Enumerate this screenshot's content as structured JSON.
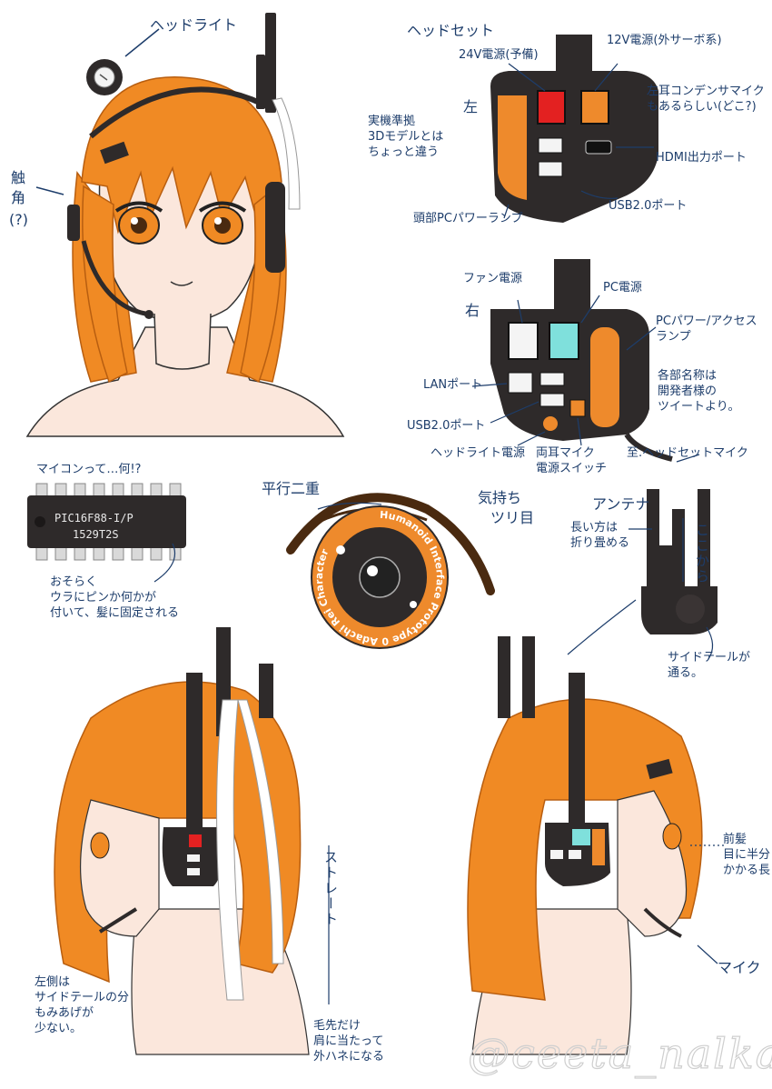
{
  "colors": {
    "hair": "#f08a24",
    "hair_line": "#b85e10",
    "skin": "#fbe7dc",
    "device": "#2e2a2a",
    "orange_part": "#ee8a2c",
    "red_port": "#e32121",
    "cyan_port": "#7fe0dc",
    "ink": "#1d3d6b"
  },
  "top_left": {
    "headlight_label": "ヘッドライト",
    "antenna_label_1": "触",
    "antenna_label_2": "角",
    "antenna_label_3": "(?)"
  },
  "headset_left": {
    "title": "ヘッドセット",
    "side": "左",
    "power_24v": "24V電源(予備)",
    "power_12v": "12V電源(外サーボ系)",
    "condenser_mic": "左耳コンデンサマイク\nもあるらしい(どこ?)",
    "real_note": "実機準拠\n3Dモデルとは\nちょっと違う",
    "hdmi": "HDMI出力ポート",
    "usb2": "USB2.0ポート",
    "pc_power_lamp": "頭部PCパワーランプ"
  },
  "headset_right": {
    "side": "右",
    "fan_power": "ファン電源",
    "pc_power": "PC電源",
    "access_lamp": "PCパワー/アクセス\nランプ",
    "names_note": "各部名称は\n開発者様の\nツイートより。",
    "lan": "LANポート",
    "usb2": "USB2.0ポート",
    "headlight_power": "ヘッドライト電源",
    "mic_switch": "両耳マイク\n電源スイッチ",
    "to_mic": "至.ヘッドセットマイク"
  },
  "chip": {
    "question": "マイコンって…何!?",
    "line1": "PIC16F88-I/P",
    "line2": "1529T2S",
    "note": "おそらく\nウラにピンか何かが\n付いて、髪に固定される"
  },
  "eye": {
    "double_lid": "平行二重",
    "feeling_1": "気持ち",
    "feeling_2": "ツリ目",
    "ring_text": "Humanoid  Interface  Prototype  0  Adachi  Rei  Character"
  },
  "antenna": {
    "title": "アンテナ",
    "fold": "長い方は\n折り畳める",
    "from_here": "ここから",
    "sidetail": "サイドテールが\n通る。"
  },
  "bottom": {
    "straight": "ストレート",
    "left_side_note": "左側は\nサイドテールの分\nもみあげが\n少ない。",
    "hair_tips": "毛先だけ\n肩に当たって\n外ハネになる",
    "bangs": "前髪\n目に半分\nかかる長さ",
    "mic": "マイク",
    "signature": "@ceeta_nalka"
  }
}
